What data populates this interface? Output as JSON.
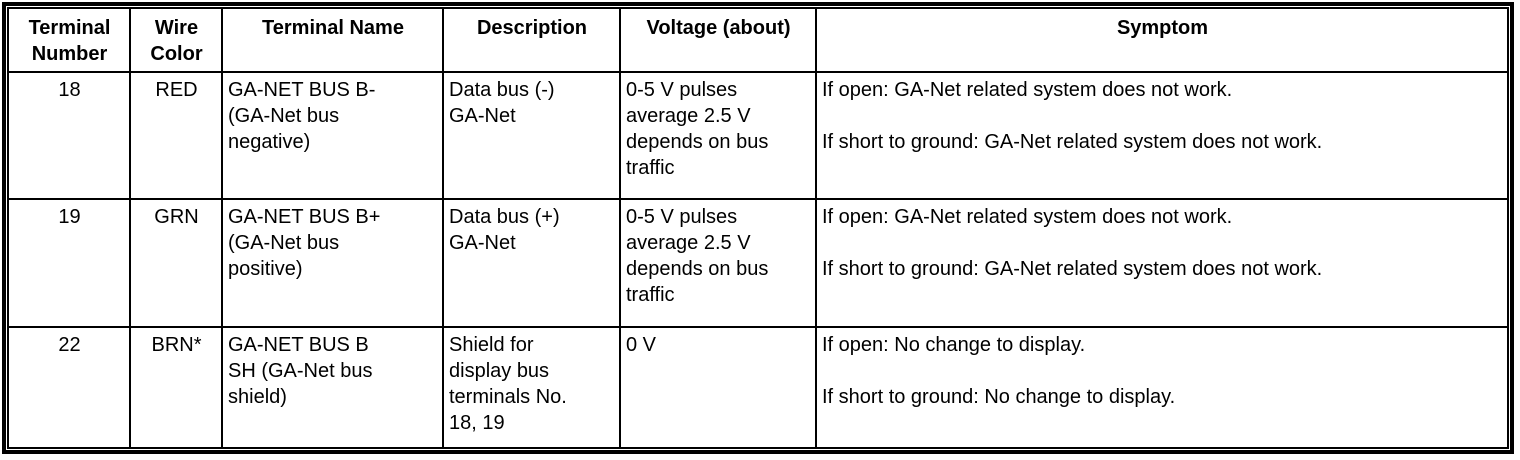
{
  "colors": {
    "border": "#000000",
    "text": "#000000",
    "background": "#ffffff"
  },
  "table": {
    "columns": [
      {
        "label": "Terminal\nNumber"
      },
      {
        "label": "Wire\nColor"
      },
      {
        "label": "Terminal Name"
      },
      {
        "label": "Description"
      },
      {
        "label": "Voltage (about)"
      },
      {
        "label": "Symptom"
      }
    ],
    "rows": [
      {
        "terminal_number": "18",
        "wire_color": "RED",
        "terminal_name": "GA-NET BUS B-\n(GA-Net bus\nnegative)",
        "description": "Data bus (-)\nGA-Net",
        "voltage": "0-5 V pulses\naverage 2.5 V\ndepends on bus\ntraffic",
        "symptom": "If open: GA-Net related system does not work.\n\nIf short to ground: GA-Net related system does not work."
      },
      {
        "terminal_number": "19",
        "wire_color": "GRN",
        "terminal_name": "GA-NET BUS B+\n(GA-Net bus\npositive)",
        "description": "Data bus (+)\nGA-Net",
        "voltage": "0-5 V pulses\naverage 2.5 V\ndepends on bus\ntraffic",
        "symptom": "If open: GA-Net related system does not work.\n\nIf short to ground: GA-Net related system does not work."
      },
      {
        "terminal_number": "22",
        "wire_color": "BRN*",
        "terminal_name": "GA-NET BUS B\nSH (GA-Net bus\nshield)",
        "description": "Shield for\ndisplay bus\nterminals No.\n18, 19",
        "voltage": "0 V",
        "symptom": "If open: No change to display.\n\nIf short to ground: No change to display."
      }
    ]
  }
}
